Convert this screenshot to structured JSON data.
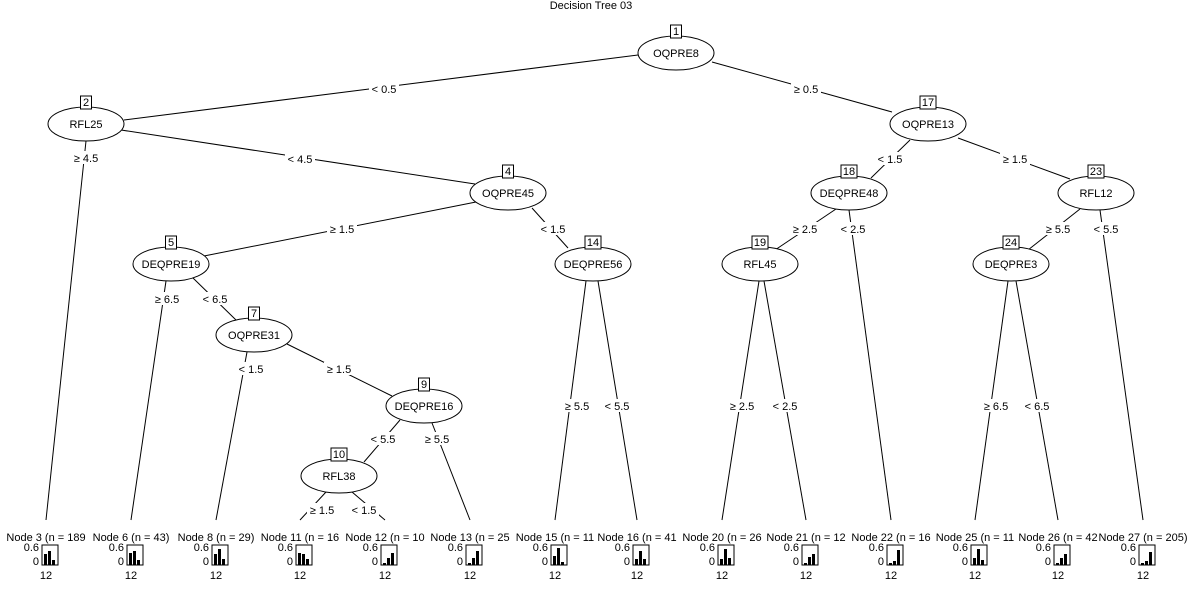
{
  "title": "Decision Tree 03",
  "inner_nodes": [
    {
      "id": "1",
      "label": "OQPRE8"
    },
    {
      "id": "2",
      "label": "RFL25"
    },
    {
      "id": "17",
      "label": "OQPRE13"
    },
    {
      "id": "4",
      "label": "OQPRE45"
    },
    {
      "id": "18",
      "label": "DEQPRE48"
    },
    {
      "id": "23",
      "label": "RFL12"
    },
    {
      "id": "5",
      "label": "DEQPRE19"
    },
    {
      "id": "14",
      "label": "DEQPRE56"
    },
    {
      "id": "19",
      "label": "RFL45"
    },
    {
      "id": "24",
      "label": "DEQPRE3"
    },
    {
      "id": "7",
      "label": "OQPRE31"
    },
    {
      "id": "9",
      "label": "DEQPRE16"
    },
    {
      "id": "10",
      "label": "RFL38"
    }
  ],
  "edge_labels": [
    "< 0.5",
    "≥ 0.5",
    "≥ 4.5",
    "< 4.5",
    "< 1.5",
    "≥ 1.5",
    "≥ 1.5",
    "< 1.5",
    "≥ 2.5",
    "< 2.5",
    "≥ 5.5",
    "< 5.5",
    "≥ 6.5",
    "< 6.5",
    "< 1.5",
    "≥ 1.5",
    "≥ 5.5",
    "< 5.5",
    "≥ 2.5",
    "< 2.5",
    "≥ 6.5",
    "< 6.5",
    "< 5.5",
    "≥ 5.5",
    "≥ 1.5",
    "< 1.5"
  ],
  "terminal_nodes": [
    {
      "label": "Node 3 (n = 189",
      "bars": [
        0.55,
        0.7,
        0.25
      ]
    },
    {
      "label": "Node 6 (n = 43)",
      "bars": [
        0.6,
        0.7,
        0.25
      ]
    },
    {
      "label": "Node 8 (n = 29)",
      "bars": [
        0.55,
        0.8,
        0.3
      ]
    },
    {
      "label": "Node 11 (n = 16",
      "bars": [
        0.6,
        0.55,
        0.3
      ]
    },
    {
      "label": "Node 12 (n = 10",
      "bars": [
        0.1,
        0.35,
        0.6
      ]
    },
    {
      "label": "Node 13 (n = 25",
      "bars": [
        0.1,
        0.35,
        0.7
      ]
    },
    {
      "label": "Node 15 (n = 11",
      "bars": [
        0.45,
        0.85,
        0.15
      ]
    },
    {
      "label": "Node 16 (n = 41",
      "bars": [
        0.3,
        0.7,
        0.3
      ]
    },
    {
      "label": "Node 20 (n = 26",
      "bars": [
        0.3,
        0.8,
        0.35
      ]
    },
    {
      "label": "Node 21 (n = 12",
      "bars": [
        0.1,
        0.4,
        0.55
      ]
    },
    {
      "label": "Node 22 (n = 16",
      "bars": [
        0.1,
        0.2,
        0.75
      ]
    },
    {
      "label": "Node 25 (n = 11",
      "bars": [
        0.35,
        0.8,
        0.25
      ]
    },
    {
      "label": "Node 26 (n = 42",
      "bars": [
        0.1,
        0.35,
        0.55
      ]
    },
    {
      "label": "Node 27 (n = 205)",
      "bars": [
        0.1,
        0.2,
        0.65
      ]
    }
  ],
  "axis": {
    "y_top": "0.6",
    "y_bottom": "0",
    "x": "12"
  }
}
